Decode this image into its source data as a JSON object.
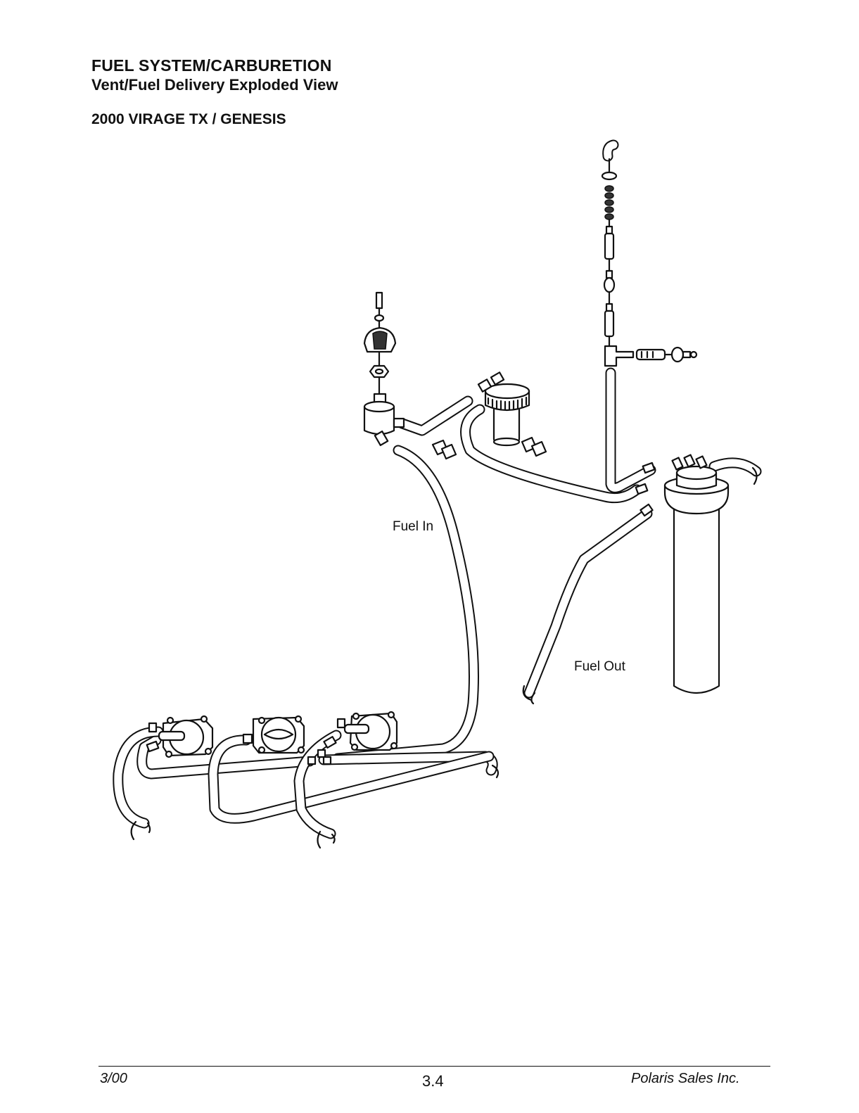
{
  "header": {
    "section_title": "FUEL SYSTEM/CARBURETION",
    "section_subtitle": "Vent/Fuel Delivery Exploded View",
    "model": "2000 VIRAGE TX / GENESIS"
  },
  "diagram": {
    "labels": {
      "fuel_in": "Fuel In",
      "fuel_out": "Fuel Out"
    }
  },
  "footer": {
    "date": "3/00",
    "page": "3.4",
    "company": "Polaris Sales Inc."
  }
}
